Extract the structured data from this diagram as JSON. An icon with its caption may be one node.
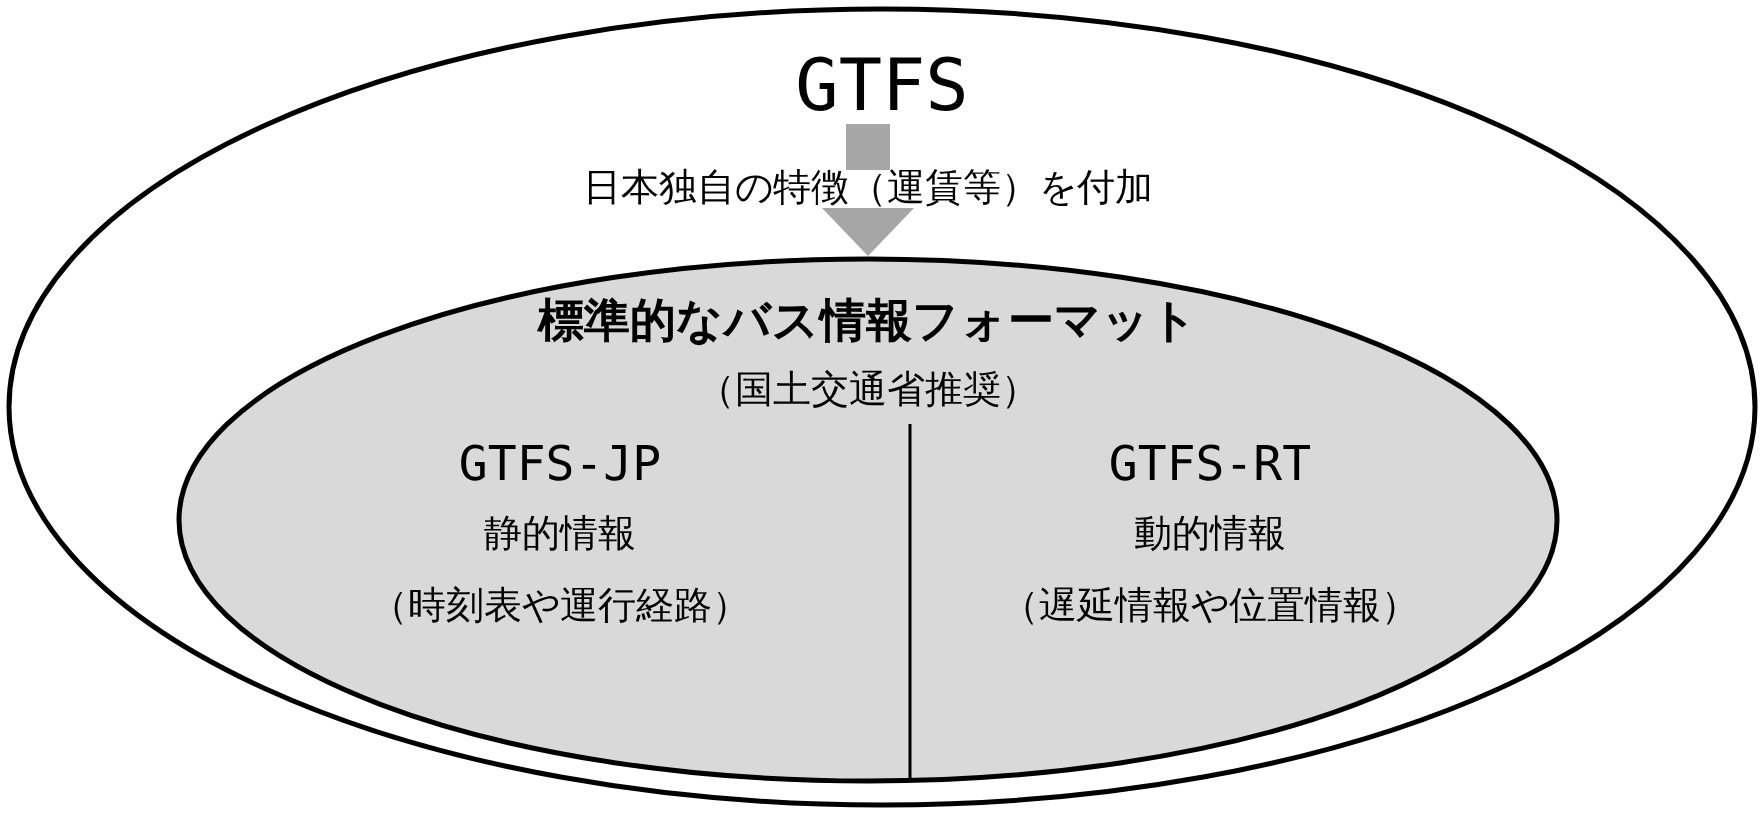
{
  "diagram": {
    "nodes": [
      {
        "text": [],
        "shape": "ellipse"
      },
      {
        "text": [
          "GTFS"
        ],
        "in": 0
      },
      {
        "text": [
          "標準的なバス情報フォーマット",
          "（国土交通省推奨）"
        ],
        "in": 0
      },
      {
        "text": [
          "GTFS-JP",
          "静的情報",
          "（時刻表や運行経路）"
        ],
        "in": 2
      },
      {
        "text": [
          "GTFS-RT",
          "動的情報",
          "（遅延情報や位置情報）"
        ],
        "in": 2
      }
    ],
    "edges": [
      {
        "from": 1,
        "to": 2,
        "arrow": "to",
        "label": "日本独自の特徴（運賃等）を付加",
        "color": "#a6a6a6"
      }
    ]
  }
}
